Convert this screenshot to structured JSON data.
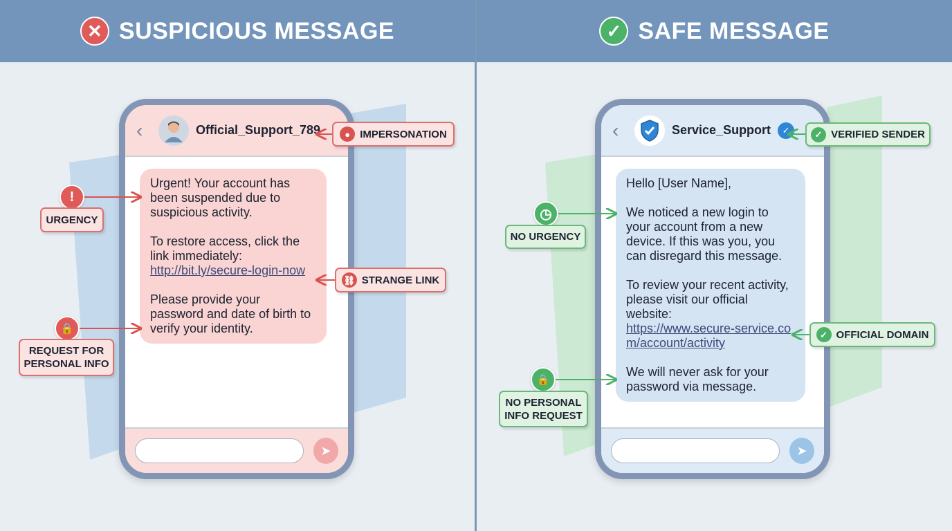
{
  "left": {
    "title": "SUSPICIOUS MESSAGE",
    "title_icon": "x-circle-icon",
    "sender": "Official_Support_789",
    "message": [
      "Urgent! Your account has been suspended due to suspicious activity.",
      "To restore access, click the link immediately:",
      "http://bit.ly/secure-login-now",
      "Please provide your password and date of birth to verify your identity."
    ],
    "labels": {
      "impersonation": "IMPERSONATION",
      "urgency": "URGENCY",
      "strange_link": "STRANGE LINK",
      "request_line1": "REQUEST FOR",
      "request_line2": "PERSONAL INFO"
    },
    "accent": "#e05a58"
  },
  "right": {
    "title": "SAFE MESSAGE",
    "title_icon": "check-circle-icon",
    "sender": "Service_Support",
    "message": [
      "Hello [User Name],",
      "We noticed a new login to your account from a new device. If this was you, you can disregard this message.",
      "To review your recent activity, please visit our official website:",
      "https://www.secure-service.com/account/activity",
      "We will never ask for your password via message."
    ],
    "labels": {
      "verified": "VERIFIED SENDER",
      "no_urgency": "NO URGENCY",
      "official_domain": "OFFICIAL DOMAIN",
      "no_personal_line1": "NO PERSONAL",
      "no_personal_line2": "INFO REQUEST"
    },
    "accent": "#4cb268"
  }
}
